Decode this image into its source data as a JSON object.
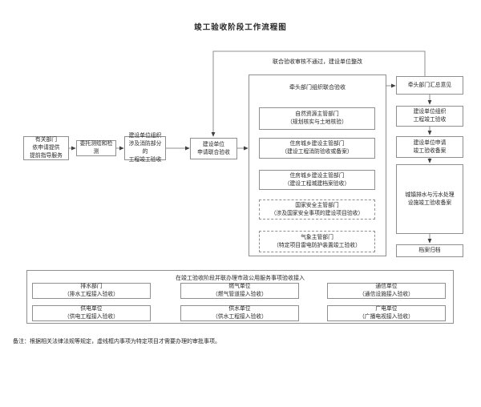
{
  "title": "竣工验收阶段工作流程图",
  "flow": {
    "feedback_label": "联合验收审核不通过，建设单位整改",
    "pre_chain": [
      {
        "id": "guidance",
        "lines": [
          "有关部门",
          "依申请提供",
          "提前指导服务"
        ]
      },
      {
        "id": "survey-testing",
        "lines": [
          "委托测绘和检测"
        ]
      },
      {
        "id": "fire-acceptance",
        "lines": [
          "建设单位组织",
          "涉及消防部分的",
          "工程竣工验收"
        ]
      },
      {
        "id": "apply-joint-acceptance",
        "lines": [
          "建设单位",
          "申请联合验收"
        ]
      }
    ],
    "joint_container": {
      "label": "牵头部门组织联合验收",
      "items": [
        {
          "lines": [
            "自然资源主管部门",
            "（规划核实与土地核验）"
          ],
          "dashed": false
        },
        {
          "lines": [
            "住房城乡建设主管部门",
            "（建设工程消防验收或备案）"
          ],
          "dashed": false
        },
        {
          "lines": [
            "住房城乡建设主管部门",
            "（建设工程城建档案验收）"
          ],
          "dashed": false
        },
        {
          "lines": [
            "国家安全主管部门",
            "（涉及国家安全事项的建设项目验收）"
          ],
          "dashed": true
        },
        {
          "lines": [
            "气象主管部门",
            "（特定项目雷电防护装置竣工验收）"
          ],
          "dashed": true
        }
      ]
    },
    "post_chain": [
      {
        "id": "lead-dept-summary",
        "lines": [
          "牵头部门汇总意见"
        ]
      },
      {
        "id": "org-completion-acceptance",
        "lines": [
          "建设单位组织",
          "工程竣工验收"
        ]
      },
      {
        "id": "apply-filing",
        "lines": [
          "建设单位申请",
          "竣工验收备案"
        ]
      },
      {
        "id": "drainage-sewage-filing",
        "lines": [
          "城镇排水与污水处理",
          "设施竣工验收备案"
        ]
      },
      {
        "id": "archiving",
        "lines": [
          "档案归档"
        ]
      }
    ]
  },
  "parallel_section": {
    "title": "在竣工验收阶段并联办理市政公用服务事项验收接入",
    "items": [
      {
        "lines": [
          "排水部门",
          "（排水工程接入验收）"
        ]
      },
      {
        "lines": [
          "燃气单位",
          "（燃气管道接入验收）"
        ]
      },
      {
        "lines": [
          "通信单位",
          "（通信设施接入验收）"
        ]
      },
      {
        "lines": [
          "供电单位",
          "（供电工程接入验收）"
        ]
      },
      {
        "lines": [
          "供水单位",
          "（供水工程接入验收）"
        ]
      },
      {
        "lines": [
          "广电单位",
          "（广播电视接入验收）"
        ]
      }
    ]
  },
  "note": "备注：根据相关法律法规等规定，虚线框内事项为特定项目才需要办理的审批事项。",
  "colors": {
    "border": "#8f8f8f",
    "text": "#262626",
    "line": "#8f8f8f",
    "arrow": "#404040",
    "bg": "#ffffff"
  }
}
